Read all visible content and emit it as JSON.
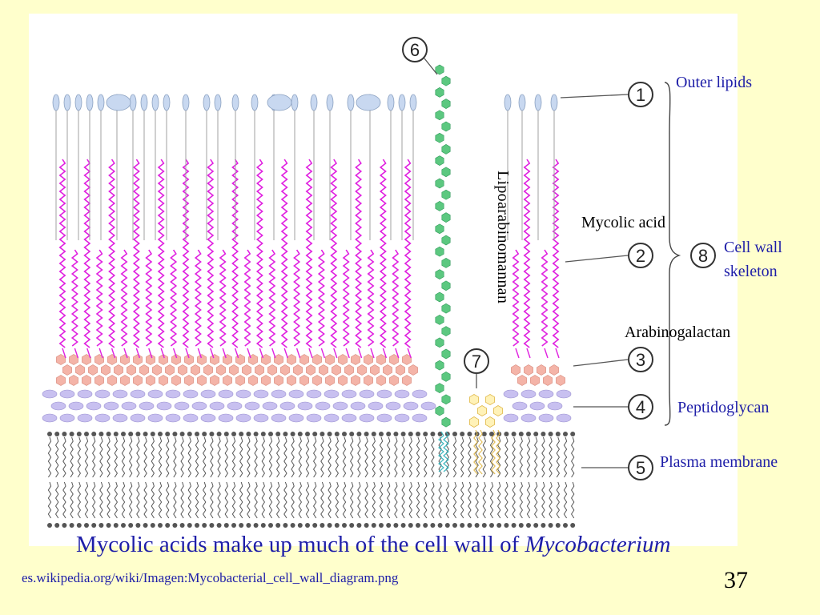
{
  "diagram": {
    "markers": [
      "1",
      "2",
      "3",
      "4",
      "5",
      "6",
      "7",
      "8"
    ],
    "vertical_label": "Lipoarabinomannan",
    "labels": {
      "outer_lipids": "Outer lipids",
      "mycolic_acid": "Mycolic acid",
      "cell_wall_skeleton_line1": "Cell wall",
      "cell_wall_skeleton_line2": "skeleton",
      "arabinogalactan": "Arabinogalactan",
      "peptidoglycan": "Peptidoglycan",
      "plasma_membrane": "Plasma membrane"
    },
    "colors": {
      "background": "#ffffcc",
      "panel": "#ffffff",
      "label_blue": "#1e1ea8",
      "mycolic_chain": "#e020e0",
      "arabinogalactan": "#f4b4a8",
      "peptidoglycan": "#c8c0f0",
      "lipoarabinomannan": "#5cc880",
      "membrane": "#555555",
      "outer_lipid": "#c8d8f0"
    }
  },
  "caption": {
    "text": "Mycolic acids make up much of the cell wall of ",
    "italic": "Mycobacterium"
  },
  "source": "es.wikipedia.org/wiki/Imagen:Mycobacterial_cell_wall_diagram.png",
  "page_number": "37"
}
